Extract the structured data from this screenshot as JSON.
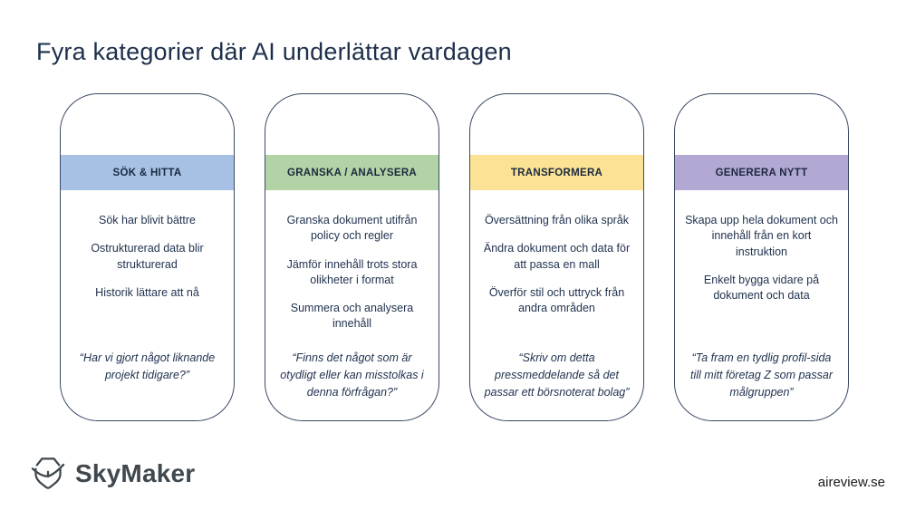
{
  "title": "Fyra kategorier där AI underlättar vardagen",
  "cards": [
    {
      "label": "SÖK & HITTA",
      "color": "#a6c1e4",
      "points": [
        "Sök har blivit bättre",
        "Ostrukturerad data blir strukturerad",
        "Historik lättare att nå"
      ],
      "quote": "“Har vi gjort något liknande projekt tidigare?”"
    },
    {
      "label": "GRANSKA / ANALYSERA",
      "color": "#b2d3a5",
      "points": [
        "Granska dokument utifrån policy och regler",
        "Jämför innehåll trots stora olikheter i format",
        "Summera och analysera innehåll"
      ],
      "quote": "“Finns det något som är otydligt eller kan misstolkas i denna förfrågan?”"
    },
    {
      "label": "TRANSFORMERA",
      "color": "#fbe294",
      "points": [
        "Översättning från olika språk",
        "Ändra dokument och data för att passa en mall",
        "Överför stil och uttryck från andra områden"
      ],
      "quote": "“Skriv om detta pressmeddelande så det passar ett börsnoterat bolag”"
    },
    {
      "label": "GENERERA NYTT",
      "color": "#b3a7d3",
      "points": [
        "Skapa upp hela dokument och innehåll från en kort instruktion",
        "Enkelt bygga vidare på dokument och data"
      ],
      "quote": "“Ta fram en tydlig profil-sida till mitt företag Z som passar målgruppen”"
    }
  ],
  "footer": {
    "brand": "SkyMaker",
    "logo_icon": "skymaker-box-icon",
    "website": "aireview.se"
  },
  "colors": {
    "title_text": "#1e2f4c",
    "card_border": "#3a4a64",
    "body_text": "#21334f",
    "logo": "#40484f"
  }
}
